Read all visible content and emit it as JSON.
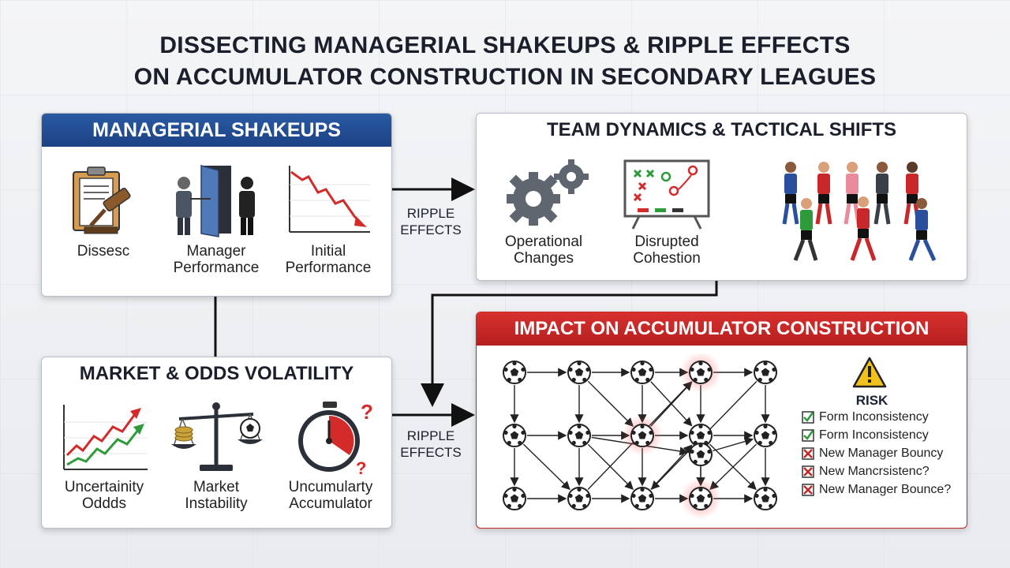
{
  "title": {
    "line1": "DISSECTING MANAGERIAL SHAKEUPS & RIPPLE EFFECTS",
    "line2": "ON ACCUMULATOR CONSTRUCTION IN SECONDARY LEAGUES"
  },
  "panels": {
    "managerial": {
      "heading": "MANAGERIAL SHAKEUPS",
      "items": [
        {
          "label": "Dissesc",
          "icon": "clipboard-gavel-icon"
        },
        {
          "label": "Manager Performance",
          "icon": "door-exit-icon"
        },
        {
          "label": "Initial Performance",
          "icon": "declining-chart-icon"
        }
      ]
    },
    "team": {
      "heading": "TEAM DYNAMICS & TACTICAL SHIFTS",
      "items": [
        {
          "label": "Operational Changes",
          "icon": "gears-icon"
        },
        {
          "label": "Disrupted Cohestion",
          "icon": "tactics-board-icon"
        }
      ]
    },
    "market": {
      "heading": "MARKET & ODDS VOLATILITY",
      "items": [
        {
          "label": "Uncertainity Oddds",
          "icon": "rising-chart-icon"
        },
        {
          "label": "Market Instability",
          "icon": "balance-scale-icon"
        },
        {
          "label": "Uncumularty Accumulator",
          "icon": "stopwatch-question-icon"
        }
      ]
    },
    "impact": {
      "heading": "IMPACT ON ACCUMULATOR CONSTRUCTION",
      "risk_title": "RISK",
      "risk_items": [
        {
          "text": "Form Inconsistency",
          "status": "check"
        },
        {
          "text": "Form Inconsistency",
          "status": "check"
        },
        {
          "text": "New Manager Bouncy",
          "status": "cross"
        },
        {
          "text": "New Mancrsistenc?",
          "status": "cross"
        },
        {
          "text": "New Manager Bounce?",
          "status": "cross"
        }
      ]
    }
  },
  "arrows": {
    "top_label": "RIPPLE EFFECTS",
    "bottom_label": "RIPPLE EFFECTS"
  },
  "colors": {
    "blue": "#1c4285",
    "red": "#c42624",
    "check": "#2e9b3a",
    "cross": "#c42624"
  }
}
